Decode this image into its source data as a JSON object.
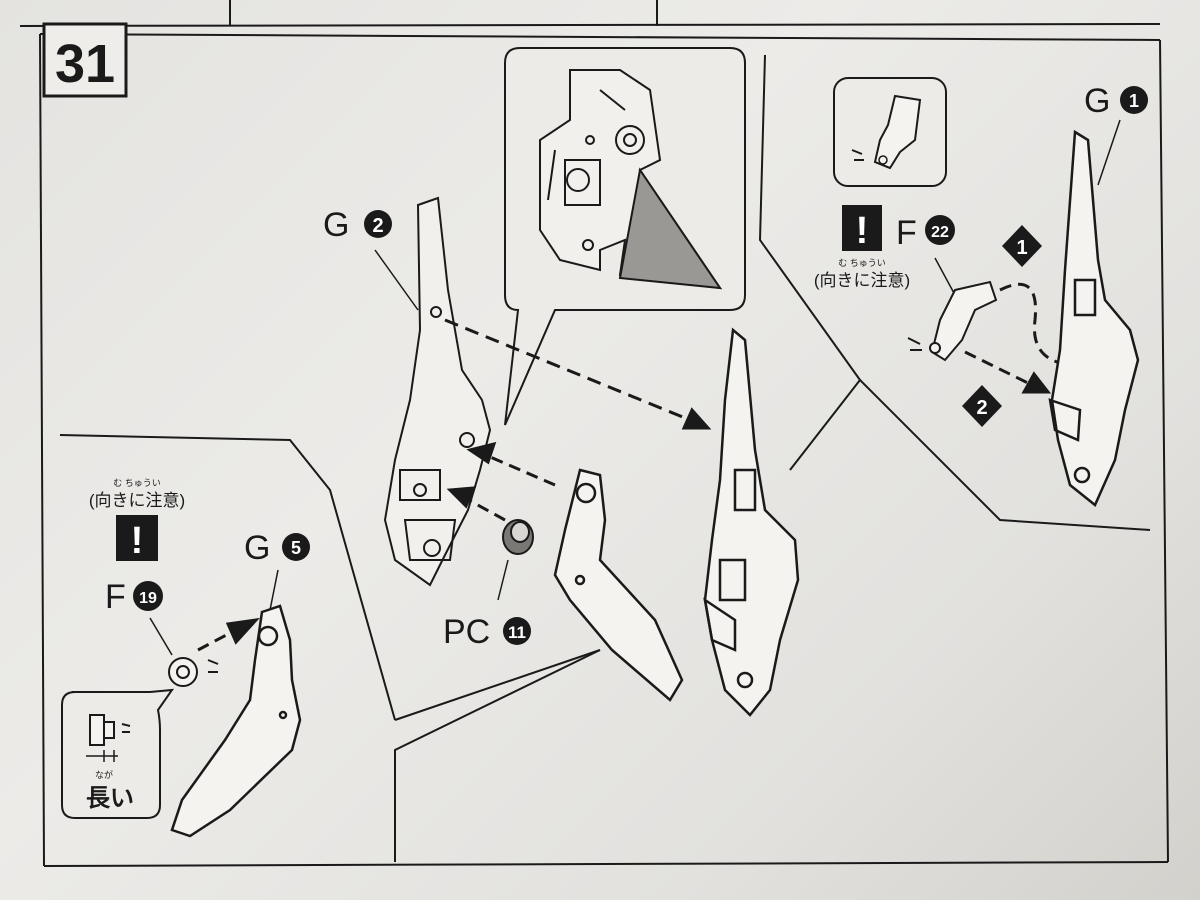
{
  "step": {
    "number": "31"
  },
  "parts": {
    "g2": {
      "letter": "G",
      "number": "2"
    },
    "g1": {
      "letter": "G",
      "number": "1"
    },
    "g5": {
      "letter": "G",
      "number": "5"
    },
    "f22": {
      "letter": "F",
      "number": "22"
    },
    "f19": {
      "letter": "F",
      "number": "19"
    },
    "pc11": {
      "letter": "PC",
      "number": "11"
    }
  },
  "notes": {
    "orientation_right": {
      "ruby": "む ちゅうい",
      "text": "(向きに注意)"
    },
    "orientation_left": {
      "ruby": "む ちゅうい",
      "text": "(向きに注意)"
    },
    "caution_mark": "!"
  },
  "sequence": {
    "first": "1",
    "second": "2"
  },
  "callout": {
    "ruby": "なが",
    "text": "長い"
  },
  "colors": {
    "ink": "#1a1a1a",
    "paper": "#e8e7e4",
    "badge": "#1a1a1a"
  }
}
